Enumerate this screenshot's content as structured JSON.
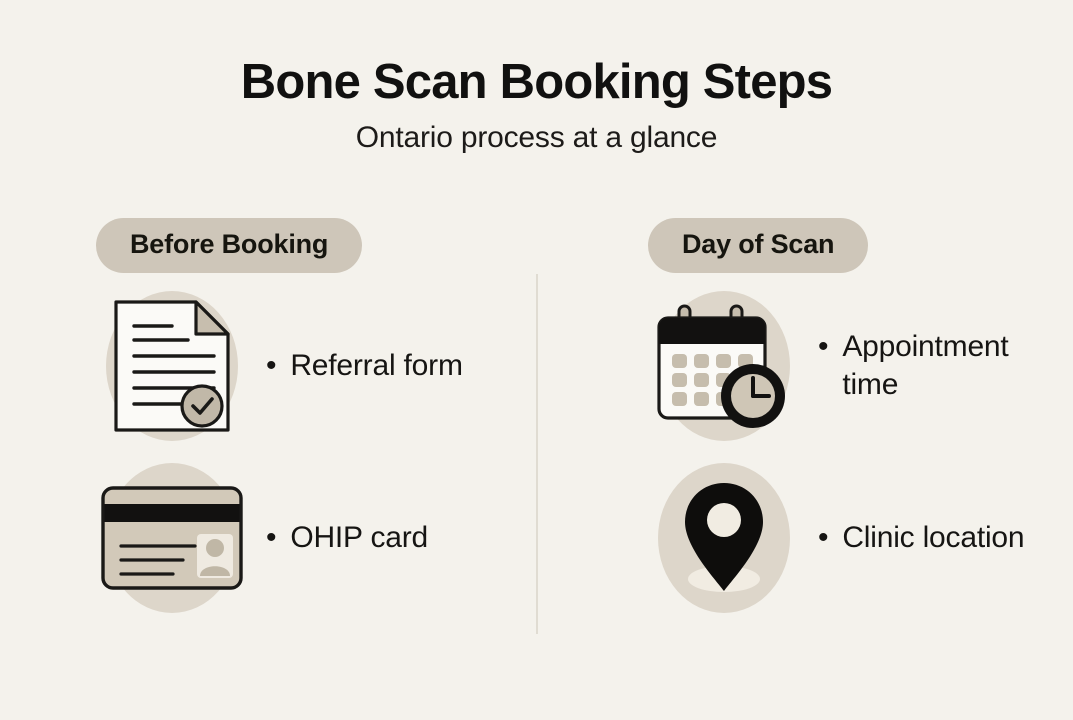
{
  "header": {
    "title": "Bone Scan Booking Steps",
    "subtitle": "Ontario process at a glance"
  },
  "columns": [
    {
      "heading": "Before Booking",
      "items": [
        {
          "icon": "document-check-icon",
          "label": "Referral form"
        },
        {
          "icon": "id-card-icon",
          "label": "OHIP card"
        }
      ]
    },
    {
      "heading": "Day of Scan",
      "items": [
        {
          "icon": "calendar-clock-icon",
          "label": "Appointment time"
        },
        {
          "icon": "map-pin-icon",
          "label": "Clinic location"
        }
      ]
    }
  ],
  "bullet": "•",
  "colors": {
    "background": "#f4f2ec",
    "pill_background": "#cec6b9",
    "icon_backdrop": "#ddd6ca",
    "ink": "#161513",
    "divider": "#e0dcd2",
    "accent_tan": "#c9c0b2",
    "paper": "#fbfaf7"
  }
}
